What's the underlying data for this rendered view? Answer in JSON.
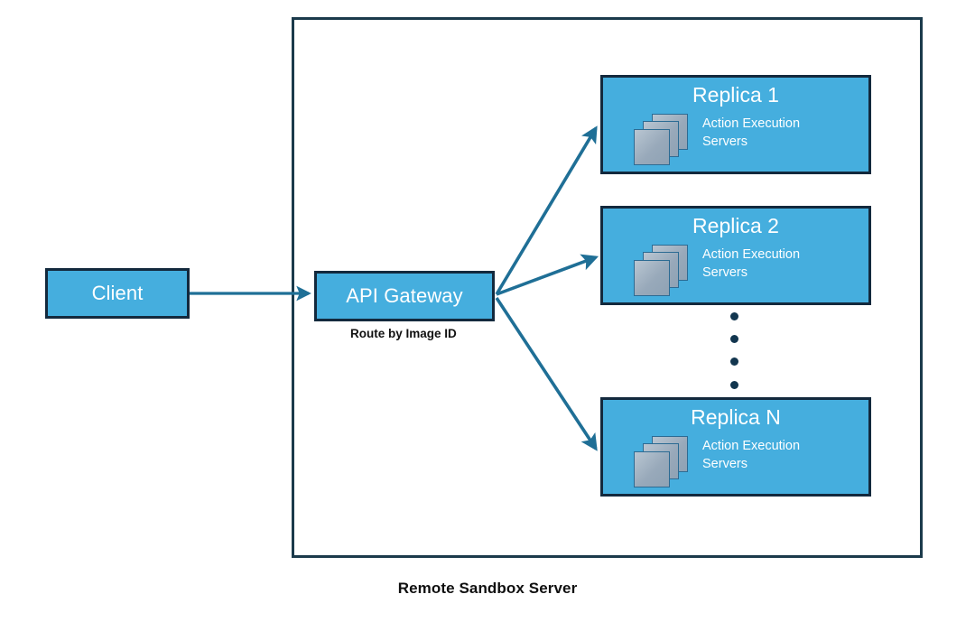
{
  "diagram": {
    "caption": "Remote Sandbox Server",
    "container_label": "Remote Sandbox Server",
    "colors": {
      "node_fill": "#45aede",
      "node_border": "#13293d",
      "container_border": "#1b3a4b",
      "arrow": "#1f6f96",
      "dot": "#12364f",
      "node_text": "#ffffff",
      "caption_text": "#0f0f0f",
      "server_icon_fill": "#a7b6c5",
      "server_icon_border": "#2c6b93"
    }
  },
  "client": {
    "label": "Client"
  },
  "gateway": {
    "label": "API Gateway",
    "route_caption": "Route by Image ID"
  },
  "replicas": [
    {
      "title": "Replica 1",
      "subtitle": "Action Execution Servers",
      "icon": "stacked-servers-icon"
    },
    {
      "title": "Replica 2",
      "subtitle": "Action Execution Servers",
      "icon": "stacked-servers-icon"
    },
    {
      "title": "Replica N",
      "subtitle": "Action Execution Servers",
      "icon": "stacked-servers-icon"
    }
  ],
  "ellipsis": {
    "dot_count": 4
  },
  "connections": [
    {
      "from": "client",
      "to": "gateway",
      "style": "straight-arrow"
    },
    {
      "from": "gateway",
      "to": "replica-1",
      "style": "straight-arrow"
    },
    {
      "from": "gateway",
      "to": "replica-2",
      "style": "straight-arrow"
    },
    {
      "from": "gateway",
      "to": "replica-n",
      "style": "straight-arrow"
    }
  ]
}
